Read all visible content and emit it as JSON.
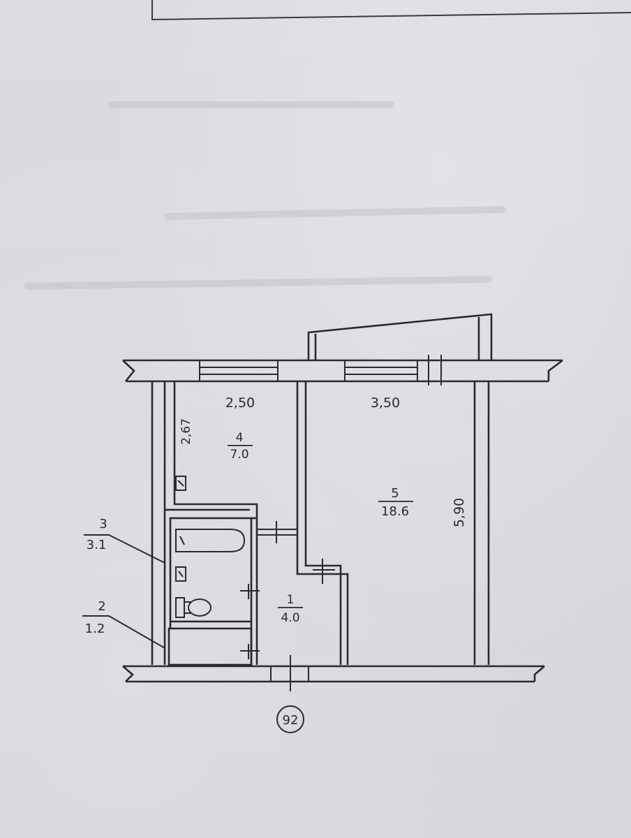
{
  "plan": {
    "rooms": [
      {
        "number": "1",
        "area": "4.0"
      },
      {
        "number": "2",
        "area": "1.2"
      },
      {
        "number": "3",
        "area": "3.1"
      },
      {
        "number": "4",
        "area": "7.0"
      },
      {
        "number": "5",
        "area": "18.6"
      }
    ],
    "dimensions": {
      "kitchen_width": "2,50",
      "kitchen_depth": "2,67",
      "room_width": "3,50",
      "room_depth": "5,90"
    },
    "apartment_number": "92"
  },
  "colors": {
    "paper": "#d9d8dc",
    "ink": "#2a2a2e"
  }
}
